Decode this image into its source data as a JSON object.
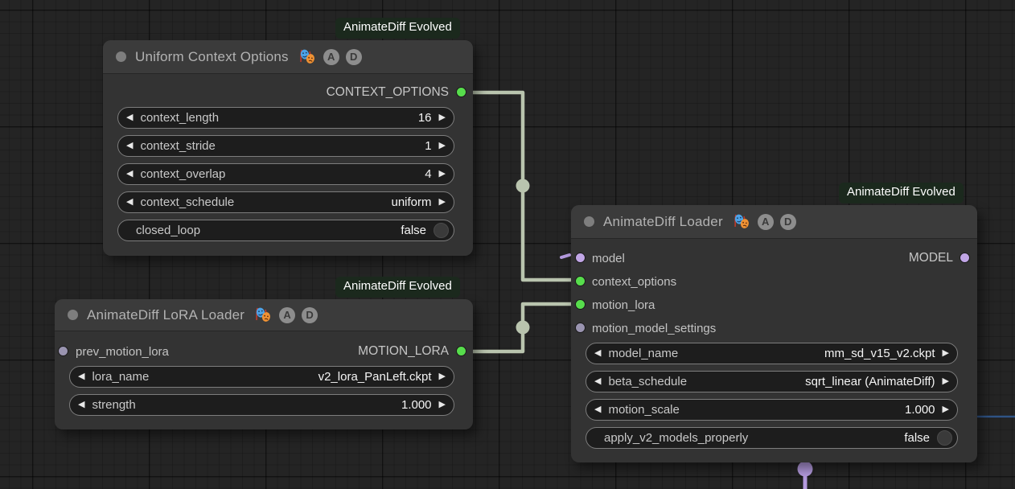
{
  "badge_label": "AnimateDiff Evolved",
  "icons": {
    "left_arrow": "◀",
    "right_arrow": "▶",
    "masks_icon_name": "performing-arts-masks"
  },
  "title_chips": {
    "a": "A",
    "d": "D"
  },
  "colors": {
    "port_green": "#57dd4c",
    "port_lavender": "#c1a6e6",
    "port_muted_lavender": "#9a94b0",
    "wire_sage": "#b9c4ae",
    "wire_lavender": "#b49ade",
    "wire_blue": "#2f5384",
    "badge_bg": "#1b291d"
  },
  "nodes": [
    {
      "title": "Uniform Context Options",
      "outputs": [
        {
          "label": "CONTEXT_OPTIONS"
        }
      ],
      "widgets": [
        {
          "label": "context_length",
          "value": "16"
        },
        {
          "label": "context_stride",
          "value": "1"
        },
        {
          "label": "context_overlap",
          "value": "4"
        },
        {
          "label": "context_schedule",
          "value": "uniform"
        },
        {
          "label": "closed_loop",
          "value": "false",
          "type": "toggle"
        }
      ]
    },
    {
      "title": "AnimateDiff LoRA Loader",
      "inputs": [
        {
          "label": "prev_motion_lora"
        }
      ],
      "outputs": [
        {
          "label": "MOTION_LORA"
        }
      ],
      "widgets": [
        {
          "label": "lora_name",
          "value": "v2_lora_PanLeft.ckpt"
        },
        {
          "label": "strength",
          "value": "1.000"
        }
      ]
    },
    {
      "title": "AnimateDiff Loader",
      "inputs": [
        {
          "label": "model"
        },
        {
          "label": "context_options"
        },
        {
          "label": "motion_lora"
        },
        {
          "label": "motion_model_settings"
        }
      ],
      "outputs": [
        {
          "label": "MODEL"
        }
      ],
      "widgets": [
        {
          "label": "model_name",
          "value": "mm_sd_v15_v2.ckpt"
        },
        {
          "label": "beta_schedule",
          "value": "sqrt_linear (AnimateDiff)"
        },
        {
          "label": "motion_scale",
          "value": "1.000"
        },
        {
          "label": "apply_v2_models_properly",
          "value": "false",
          "type": "toggle"
        }
      ]
    }
  ]
}
